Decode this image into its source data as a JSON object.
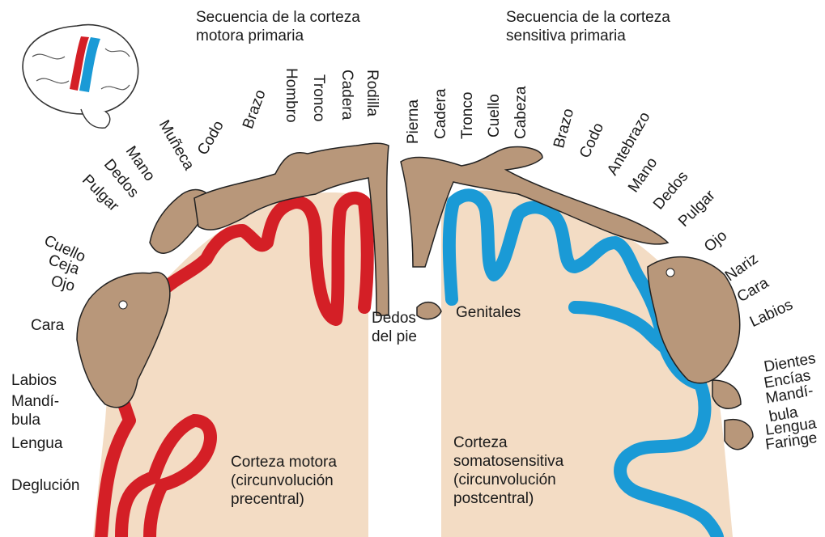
{
  "titles": {
    "motor": "Secuencia de la corteza\nmotora primaria",
    "sensory": "Secuencia de la corteza\nsensitiva primaria"
  },
  "motor_labels": {
    "rodilla": "Rodilla",
    "cadera": "Cadera",
    "tronco": "Tronco",
    "hombro": "Hombro",
    "brazo": "Brazo",
    "codo": "Codo",
    "muneca": "Muñeca",
    "mano": "Mano",
    "dedos": "Dedos",
    "pulgar": "Pulgar",
    "cuello": "Cuello",
    "ceja": "Ceja",
    "ojo": "Ojo",
    "cara": "Cara",
    "labios": "Labios",
    "mandibula": "Mandí-\nbula",
    "lengua": "Lengua",
    "deglucion": "Deglución"
  },
  "sensory_labels": {
    "pierna": "Pierna",
    "cadera": "Cadera",
    "tronco": "Tronco",
    "cuello": "Cuello",
    "cabeza": "Cabeza",
    "brazo": "Brazo",
    "codo": "Codo",
    "antebrazo": "Antebrazo",
    "mano": "Mano",
    "dedos": "Dedos",
    "pulgar": "Pulgar",
    "ojo": "Ojo",
    "nariz": "Nariz",
    "cara": "Cara",
    "labios": "Labios",
    "dientes": "Dientes",
    "encias": "Encías",
    "mandibula": "Mandí-\nbula",
    "lengua": "Lengua",
    "faringe": "Faringe",
    "genitales": "Genitales"
  },
  "shared": {
    "dedos_pie": "Dedos\ndel pie"
  },
  "cortex": {
    "motor": "Corteza motora\n(circunvolución\nprecentral)",
    "sensory": "Corteza\nsomatosensitiva\n(circunvolución\npostcentral)"
  },
  "colors": {
    "motor": "#d41f26",
    "sensory": "#1a9ad6",
    "tissue": "#f3dcc4",
    "homunculus": "#b8977a",
    "brain_outline": "#333333"
  }
}
